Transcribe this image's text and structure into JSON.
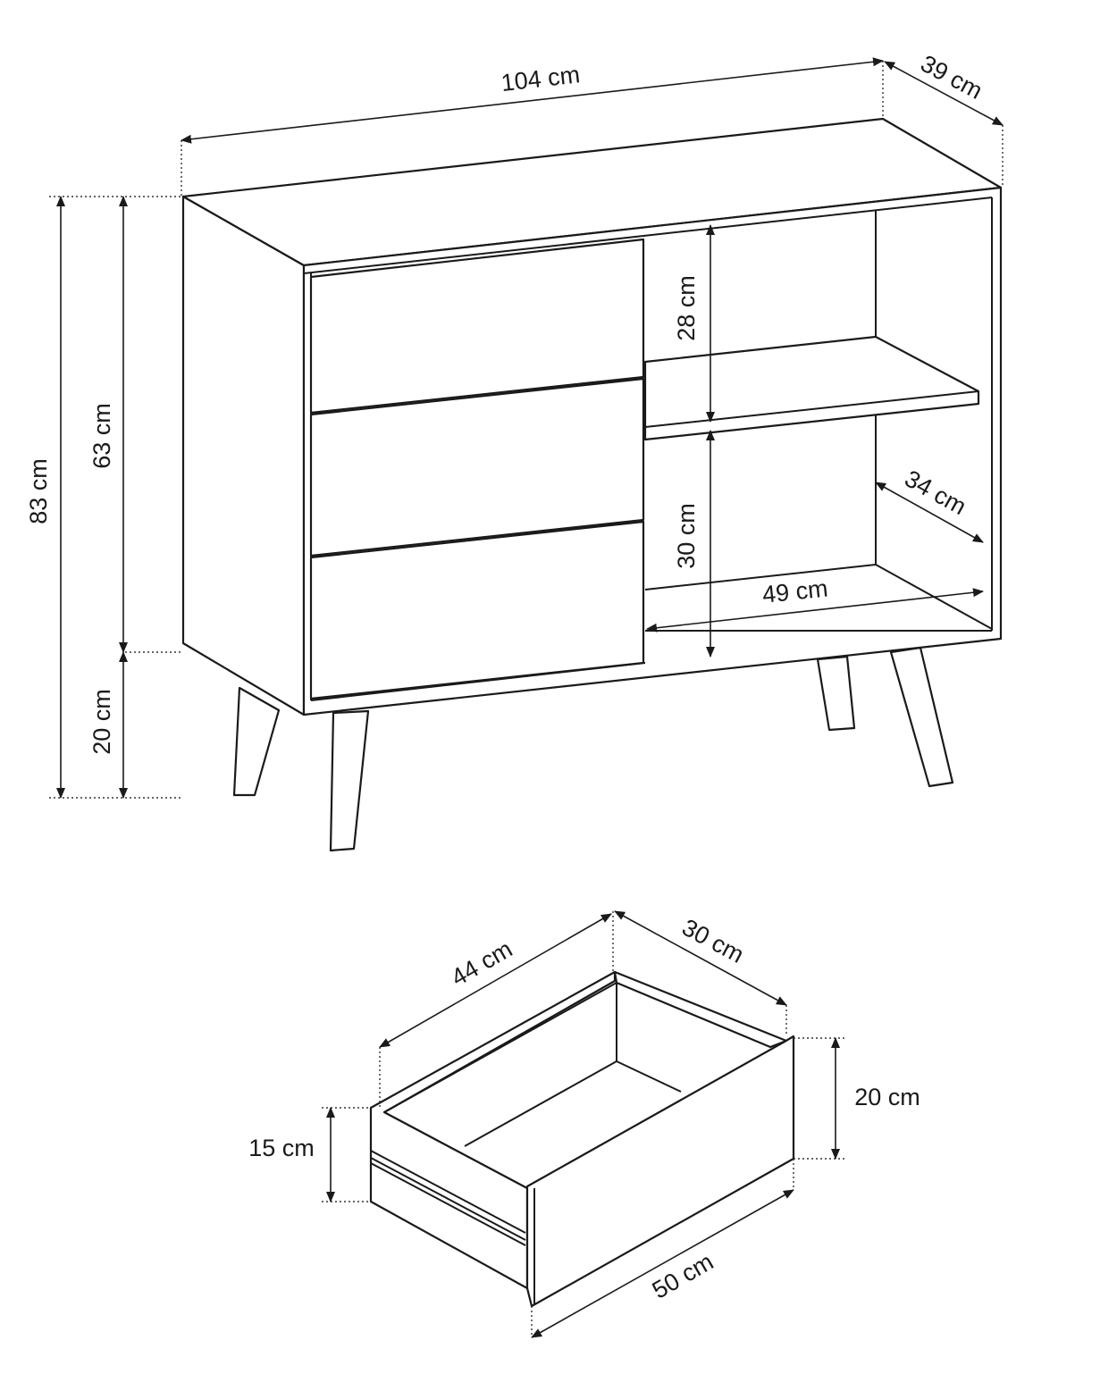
{
  "cabinet": {
    "dimensions": {
      "width": "104 cm",
      "depth": "39 cm",
      "total_height": "83 cm",
      "body_height": "63 cm",
      "leg_height": "20 cm",
      "upper_compartment_height": "28 cm",
      "lower_compartment_height": "30 cm",
      "compartment_depth": "34 cm",
      "compartment_width": "49 cm"
    }
  },
  "drawer": {
    "dimensions": {
      "inner_length": "44 cm",
      "inner_depth": "30 cm",
      "front_height": "20 cm",
      "side_height": "15 cm",
      "front_width": "50 cm"
    }
  }
}
